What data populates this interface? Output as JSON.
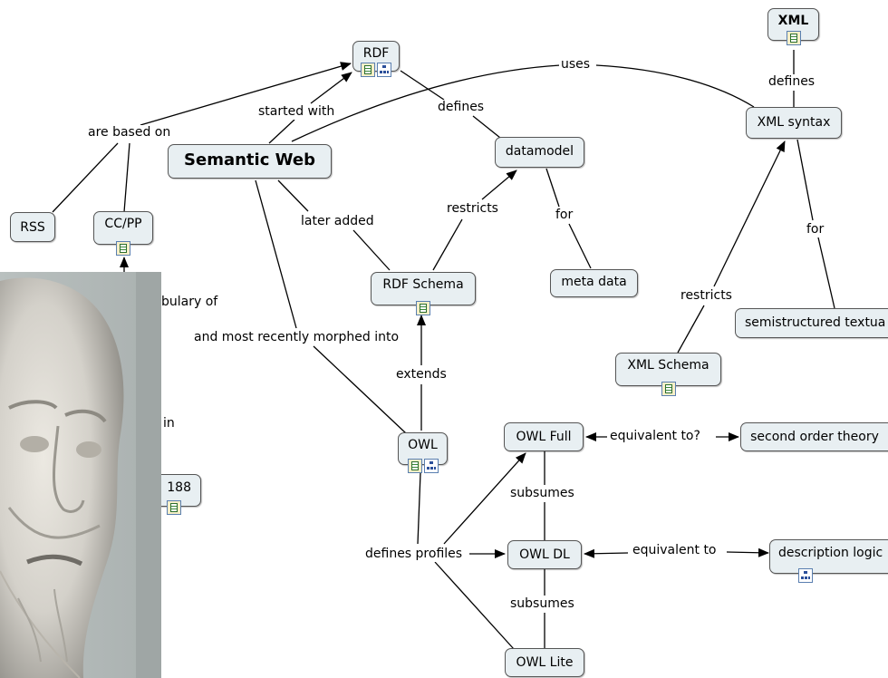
{
  "concepts": {
    "semantic_web": "Semantic Web",
    "rdf": "RDF",
    "xml": "XML",
    "xml_syntax": "XML syntax",
    "datamodel": "datamodel",
    "rss": "RSS",
    "ccpp": "CC/PP",
    "rdf_schema": "RDF Schema",
    "meta_data": "meta data",
    "xml_schema": "XML Schema",
    "semistructured": "semistructured textua",
    "owl": "OWL",
    "owl_full": "OWL Full",
    "second_order": "second order theory",
    "owl_dl": "OWL DL",
    "description_logic": "description logic",
    "owl_lite": "OWL Lite",
    "partial_188": "188"
  },
  "links": {
    "uses": "uses",
    "defines_xml": "defines",
    "started_with": "started with",
    "defines_rdf": "defines",
    "are_based_on": "are based on",
    "later_added": "later added",
    "restricts_rdfs": "restricts",
    "for_meta": "for",
    "for_semi": "for",
    "restricts_xsd": "restricts",
    "vocabulary_partial": "bulary of",
    "morphed_into": "and most recently morphed into",
    "extends": "extends",
    "in_partial": "in",
    "equivalent_to_q": "equivalent to?",
    "subsumes_1": "subsumes",
    "defines_profiles": "defines profiles",
    "equivalent_to": "equivalent to",
    "subsumes_2": "subsumes"
  },
  "icons": [
    "document-icon",
    "concept-map-icon"
  ],
  "colors": {
    "node_fill": "#e8eff2",
    "node_border": "#555555",
    "line": "#000000"
  }
}
